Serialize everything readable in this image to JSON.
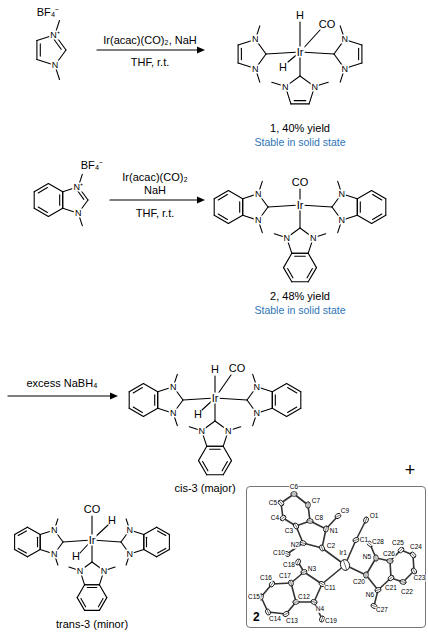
{
  "diagram": {
    "nodes": [
      {
        "text": [
          "2"
        ]
      }
    ],
    "labels": [
      "BF₄⁻",
      "N⁺",
      "N",
      "Ir(acac)(CO)₂, NaH",
      "THF, r.t.",
      "H",
      "CO",
      "Ir",
      "H",
      "N",
      "N",
      "N",
      "N",
      "N",
      "N",
      "1, 40% yield",
      "Stable in solid state",
      "BF₄⁻",
      "N⁺",
      "N",
      "Ir(acac)(CO)₂",
      "NaH",
      "THF, r.t.",
      "CO",
      "Ir",
      "N",
      "N",
      "N",
      "N",
      "N",
      "N",
      "2, 48% yield",
      "Stable in solid state",
      "excess NaBH₄",
      "H",
      "CO",
      "Ir",
      "H",
      "N",
      "N",
      "N",
      "N",
      "N",
      "N",
      "cis-3 (major)",
      "+",
      "CO",
      "H",
      "Ir",
      "H",
      "N",
      "N",
      "N",
      "N",
      "N",
      "N",
      "trans-3 (minor)",
      "C6",
      "C5",
      "C7",
      "C4",
      "C8",
      "C3",
      "N1",
      "C9",
      "N2",
      "C2",
      "O1",
      "C1",
      "C10",
      "Ir1",
      "C18",
      "N3",
      "C11",
      "C17",
      "C16",
      "C12",
      "C28",
      "N5",
      "C25",
      "C26",
      "C24",
      "C20",
      "C21",
      "C22",
      "C23",
      "C15",
      "C13",
      "N4",
      "C14",
      "C19",
      "N6",
      "C27"
    ]
  }
}
